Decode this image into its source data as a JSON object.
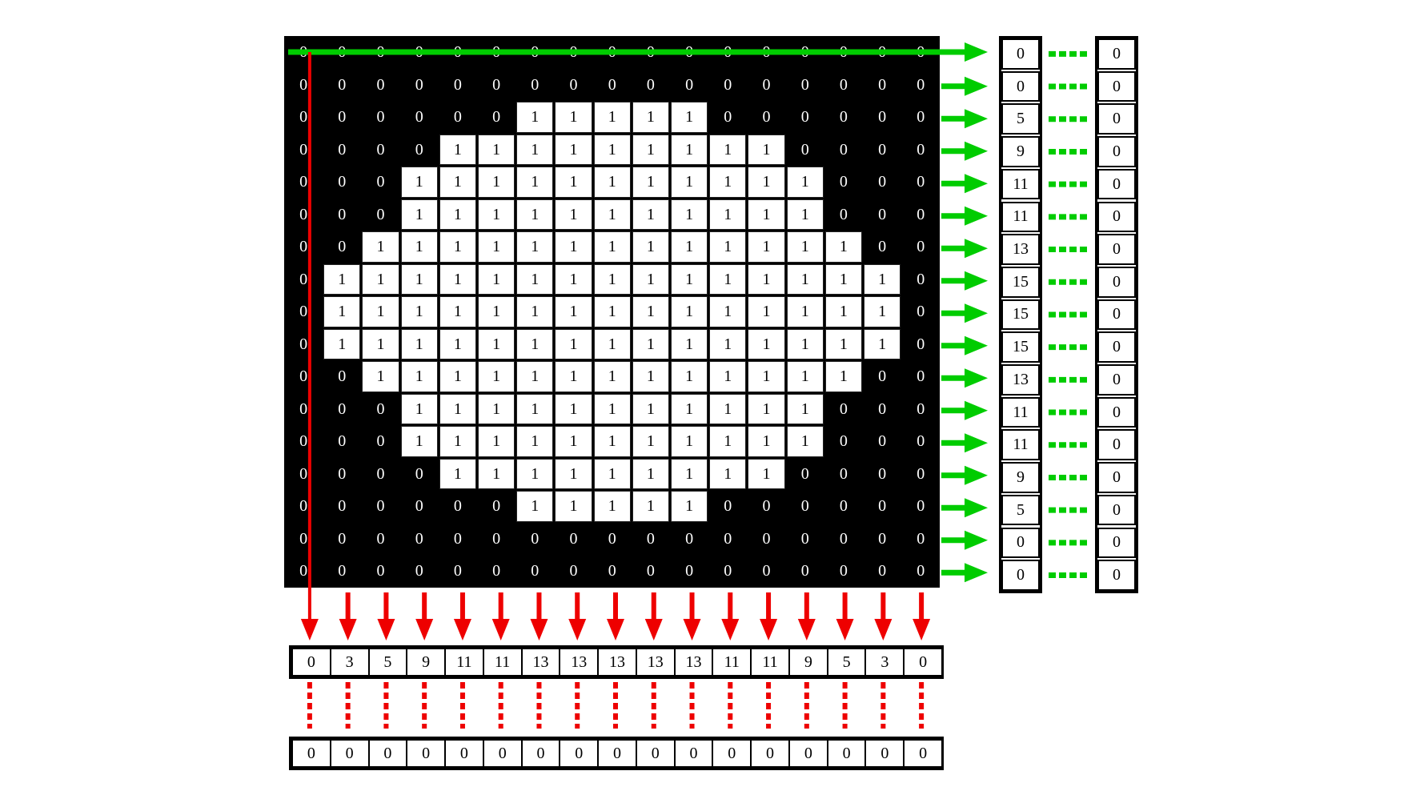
{
  "colors": {
    "background": "#000000",
    "foreground": "#ffffff",
    "row_arrow": "#00cc00",
    "column_arrow": "#ee0000"
  },
  "grid": {
    "rows": [
      [
        0,
        0,
        0,
        0,
        0,
        0,
        0,
        0,
        0,
        0,
        0,
        0,
        0,
        0,
        0,
        0,
        0
      ],
      [
        0,
        0,
        0,
        0,
        0,
        0,
        0,
        0,
        0,
        0,
        0,
        0,
        0,
        0,
        0,
        0,
        0
      ],
      [
        0,
        0,
        0,
        0,
        0,
        0,
        1,
        1,
        1,
        1,
        1,
        0,
        0,
        0,
        0,
        0,
        0
      ],
      [
        0,
        0,
        0,
        0,
        1,
        1,
        1,
        1,
        1,
        1,
        1,
        1,
        1,
        0,
        0,
        0,
        0
      ],
      [
        0,
        0,
        0,
        1,
        1,
        1,
        1,
        1,
        1,
        1,
        1,
        1,
        1,
        1,
        0,
        0,
        0
      ],
      [
        0,
        0,
        0,
        1,
        1,
        1,
        1,
        1,
        1,
        1,
        1,
        1,
        1,
        1,
        0,
        0,
        0
      ],
      [
        0,
        0,
        1,
        1,
        1,
        1,
        1,
        1,
        1,
        1,
        1,
        1,
        1,
        1,
        1,
        0,
        0
      ],
      [
        0,
        1,
        1,
        1,
        1,
        1,
        1,
        1,
        1,
        1,
        1,
        1,
        1,
        1,
        1,
        1,
        0
      ],
      [
        0,
        1,
        1,
        1,
        1,
        1,
        1,
        1,
        1,
        1,
        1,
        1,
        1,
        1,
        1,
        1,
        0
      ],
      [
        0,
        1,
        1,
        1,
        1,
        1,
        1,
        1,
        1,
        1,
        1,
        1,
        1,
        1,
        1,
        1,
        0
      ],
      [
        0,
        0,
        1,
        1,
        1,
        1,
        1,
        1,
        1,
        1,
        1,
        1,
        1,
        1,
        1,
        0,
        0
      ],
      [
        0,
        0,
        0,
        1,
        1,
        1,
        1,
        1,
        1,
        1,
        1,
        1,
        1,
        1,
        0,
        0,
        0
      ],
      [
        0,
        0,
        0,
        1,
        1,
        1,
        1,
        1,
        1,
        1,
        1,
        1,
        1,
        1,
        0,
        0,
        0
      ],
      [
        0,
        0,
        0,
        0,
        1,
        1,
        1,
        1,
        1,
        1,
        1,
        1,
        1,
        0,
        0,
        0,
        0
      ],
      [
        0,
        0,
        0,
        0,
        0,
        0,
        1,
        1,
        1,
        1,
        1,
        0,
        0,
        0,
        0,
        0,
        0
      ],
      [
        0,
        0,
        0,
        0,
        0,
        0,
        0,
        0,
        0,
        0,
        0,
        0,
        0,
        0,
        0,
        0,
        0
      ],
      [
        0,
        0,
        0,
        0,
        0,
        0,
        0,
        0,
        0,
        0,
        0,
        0,
        0,
        0,
        0,
        0,
        0
      ]
    ]
  },
  "row_sums": [
    "0",
    "0",
    "5",
    "9",
    "11",
    "11",
    "13",
    "15",
    "15",
    "15",
    "13",
    "11",
    "11",
    "9",
    "5",
    "0",
    "0"
  ],
  "row_zeros": [
    "0",
    "0",
    "0",
    "0",
    "0",
    "0",
    "0",
    "0",
    "0",
    "0",
    "0",
    "0",
    "0",
    "0",
    "0",
    "0",
    "0"
  ],
  "column_sums": [
    "0",
    "3",
    "5",
    "9",
    "11",
    "11",
    "13",
    "13",
    "13",
    "13",
    "13",
    "11",
    "11",
    "9",
    "5",
    "3",
    "0"
  ],
  "column_zeros": [
    "0",
    "0",
    "0",
    "0",
    "0",
    "0",
    "0",
    "0",
    "0",
    "0",
    "0",
    "0",
    "0",
    "0",
    "0",
    "0",
    "0"
  ]
}
